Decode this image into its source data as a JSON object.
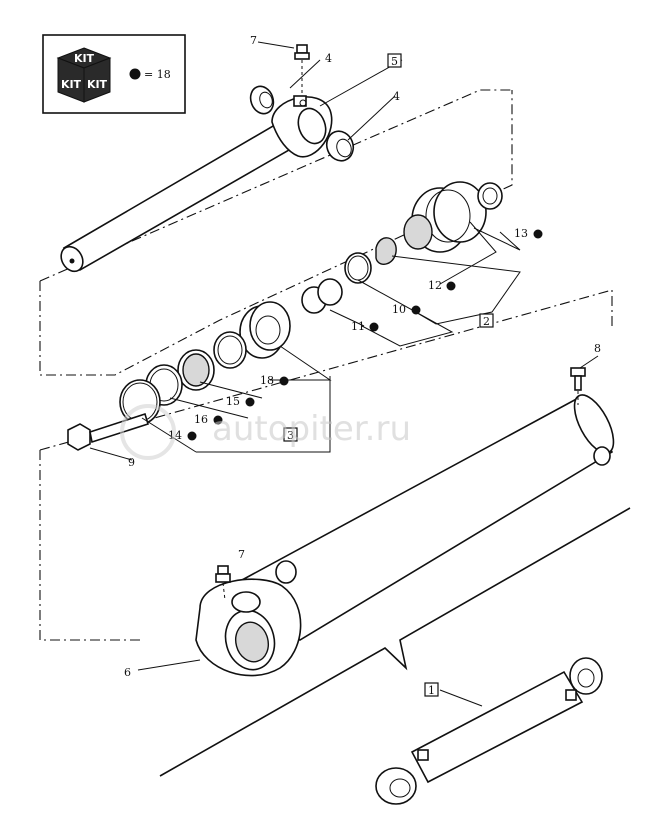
{
  "watermark": "autopiter.ru",
  "kit_legend": {
    "cube_text_top": "KIT",
    "cube_text_left": "KIT",
    "cube_text_right": "KIT",
    "equals_text": "= 18"
  },
  "callouts": {
    "c1": "1",
    "c2": "2",
    "c3": "3",
    "c4a": "4",
    "c4b": "4",
    "c5": "5",
    "c6": "6",
    "c7a": "7",
    "c7b": "7",
    "c8": "8",
    "c9": "9",
    "c10": "10",
    "c11": "11",
    "c12": "12",
    "c13": "13",
    "c14": "14",
    "c15": "15",
    "c16": "16",
    "c18": "18"
  }
}
